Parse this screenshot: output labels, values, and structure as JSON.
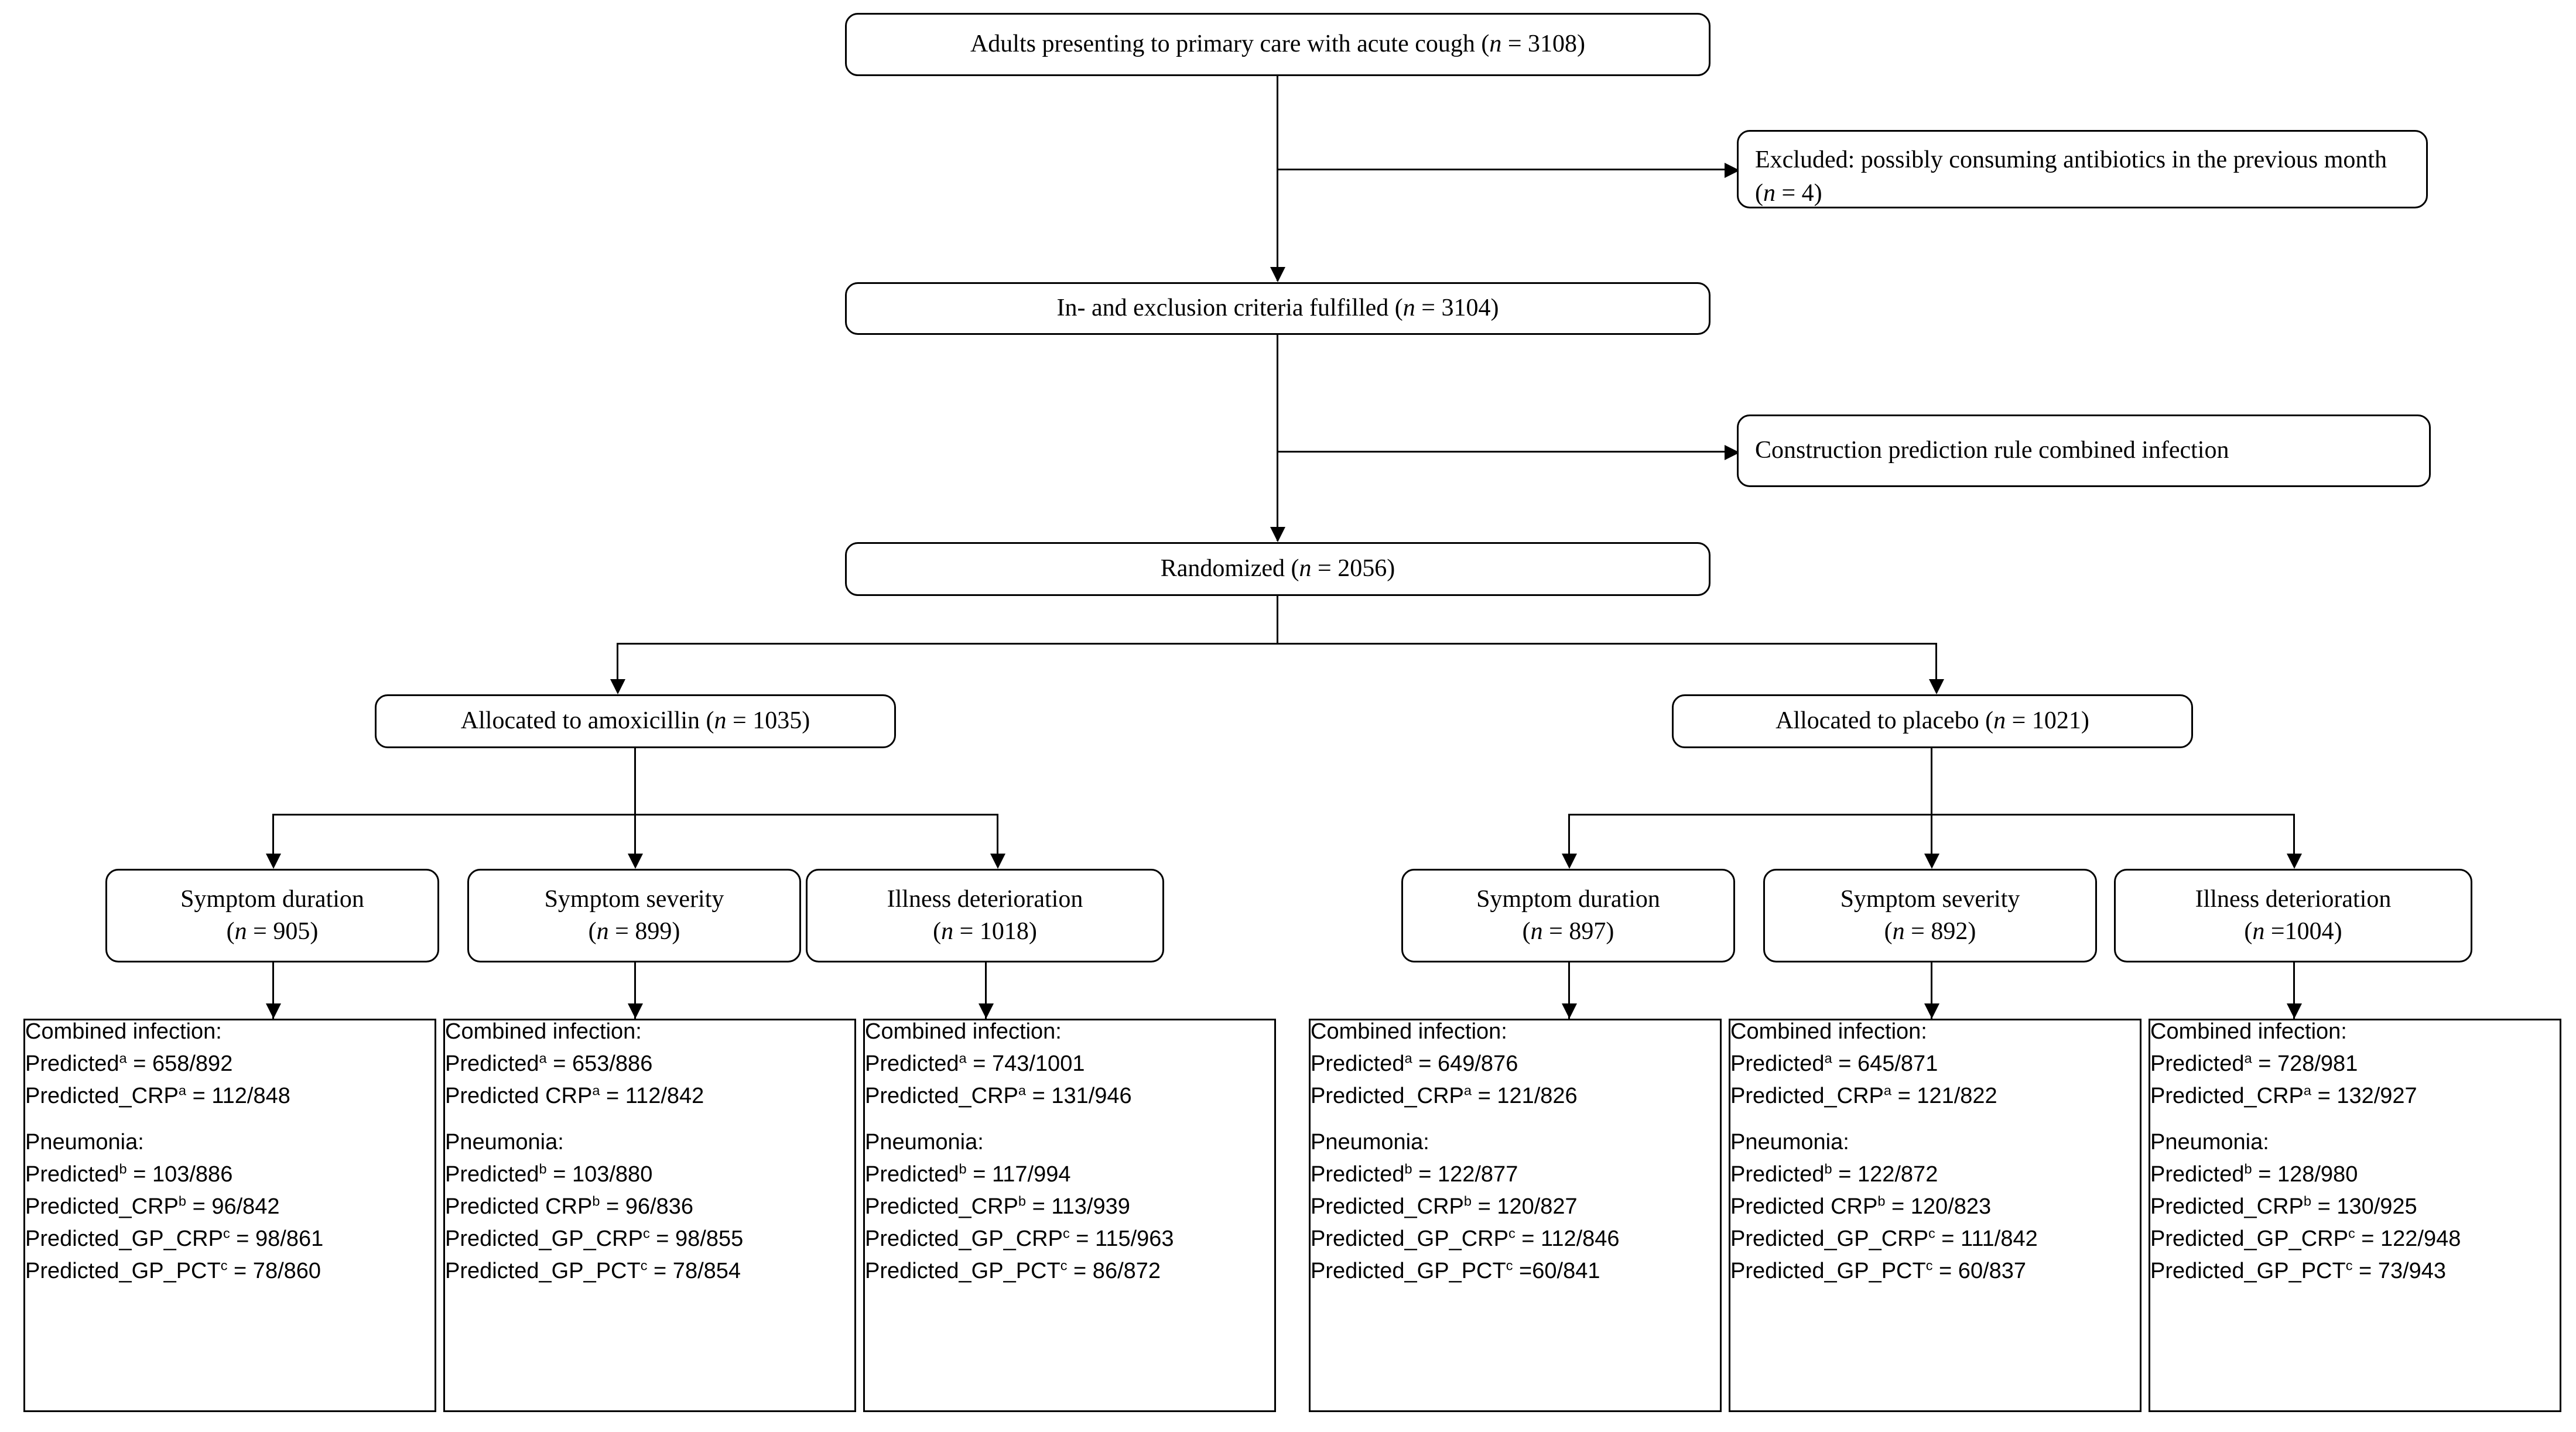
{
  "diagram": {
    "title": "CONSORT participant flow diagram",
    "nodes": {
      "enrollment": "Adults presenting to primary care with acute cough (n = 3108)",
      "excluded": "Excluded: possibly consuming antibiotics in the previous month (n = 4)",
      "criteria": "In- and exclusion criteria fulfilled (n = 3104)",
      "construction": "Construction prediction rule combined infection",
      "randomized": "Randomized (n = 2056)",
      "allocated_amoxicillin": "Allocated to amoxicillin (n = 1035)",
      "allocated_placebo": "Allocated to placebo (n = 1021)"
    },
    "outcomes": [
      {
        "name": "Symptom duration",
        "n": "(n = 905)"
      },
      {
        "name": "Symptom severity",
        "n": "(n = 899)"
      },
      {
        "name": "Illness deterioration",
        "n": "(n = 1018)"
      },
      {
        "name": "Symptom duration",
        "n": "(n = 897)"
      },
      {
        "name": "Symptom severity",
        "n": "(n = 892)"
      },
      {
        "name": "Illness deterioration",
        "n": "(n =1004)"
      }
    ],
    "detail_boxes": [
      {
        "combined_heading": "Combined infection:",
        "combined_lines": [
          {
            "label": "Predicted",
            "sup": "a",
            "value": " = 658/892"
          },
          {
            "label": "Predicted_CRP",
            "sup": "a",
            "value": " = 112/848"
          }
        ],
        "pneumonia_heading": "Pneumonia:",
        "pneumonia_lines": [
          {
            "label": "Predicted",
            "sup": "b",
            "value": " = 103/886"
          },
          {
            "label": "Predicted_CRP",
            "sup": "b",
            "value": " = 96/842"
          },
          {
            "label": "Predicted_GP_CRP",
            "sup": "c",
            "value": " = 98/861"
          },
          {
            "label": "Predicted_GP_PCT",
            "sup": "c",
            "value": " = 78/860"
          }
        ]
      },
      {
        "combined_heading": "Combined infection:",
        "combined_lines": [
          {
            "label": "Predicted",
            "sup": "a",
            "value": " = 653/886"
          },
          {
            "label": "Predicted CRP",
            "sup": "a",
            "value": " = 112/842"
          }
        ],
        "pneumonia_heading": "Pneumonia:",
        "pneumonia_lines": [
          {
            "label": "Predicted",
            "sup": "b",
            "value": " = 103/880"
          },
          {
            "label": "Predicted CRP",
            "sup": "b",
            "value": " = 96/836"
          },
          {
            "label": "Predicted_GP_CRP",
            "sup": "c",
            "value": " = 98/855"
          },
          {
            "label": "Predicted_GP_PCT",
            "sup": "c",
            "value": " = 78/854"
          }
        ]
      },
      {
        "combined_heading": "Combined infection:",
        "combined_lines": [
          {
            "label": "Predicted",
            "sup": "a",
            "value": " = 743/1001"
          },
          {
            "label": "Predicted_CRP",
            "sup": "a",
            "value": " = 131/946"
          }
        ],
        "pneumonia_heading": "Pneumonia:",
        "pneumonia_lines": [
          {
            "label": "Predicted",
            "sup": "b",
            "value": " = 117/994"
          },
          {
            "label": "Predicted_CRP",
            "sup": "b",
            "value": " = 113/939"
          },
          {
            "label": "Predicted_GP_CRP",
            "sup": "c",
            "value": " = 115/963"
          },
          {
            "label": "Predicted_GP_PCT",
            "sup": "c",
            "value": " = 86/872"
          }
        ]
      },
      {
        "combined_heading": "Combined infection:",
        "combined_lines": [
          {
            "label": "Predicted",
            "sup": "a",
            "value": " = 649/876"
          },
          {
            "label": "Predicted_CRP",
            "sup": "a",
            "value": " = 121/826"
          }
        ],
        "pneumonia_heading": "Pneumonia:",
        "pneumonia_lines": [
          {
            "label": "Predicted",
            "sup": "b",
            "value": " = 122/877"
          },
          {
            "label": "Predicted_CRP",
            "sup": "b",
            "value": " = 120/827"
          },
          {
            "label": "Predicted_GP_CRP",
            "sup": "c",
            "value": " = 112/846"
          },
          {
            "label": "Predicted_GP_PCT",
            "sup": "c",
            "value": " =60/841"
          }
        ]
      },
      {
        "combined_heading": "Combined infection:",
        "combined_lines": [
          {
            "label": "Predicted",
            "sup": "a",
            "value": " = 645/871"
          },
          {
            "label": "Predicted_CRP",
            "sup": "a",
            "value": " = 121/822"
          }
        ],
        "pneumonia_heading": "Pneumonia:",
        "pneumonia_lines": [
          {
            "label": "Predicted",
            "sup": "b",
            "value": " = 122/872"
          },
          {
            "label": "Predicted CRP",
            "sup": "b",
            "value": " = 120/823"
          },
          {
            "label": "Predicted_GP_CRP",
            "sup": "c",
            "value": " = 111/842"
          },
          {
            "label": "Predicted_GP_PCT",
            "sup": "c",
            "value": " = 60/837"
          }
        ]
      },
      {
        "combined_heading": "Combined infection:",
        "combined_lines": [
          {
            "label": "Predicted",
            "sup": "a",
            "value": " = 728/981"
          },
          {
            "label": "Predicted_CRP",
            "sup": "a",
            "value": " = 132/927"
          }
        ],
        "pneumonia_heading": "Pneumonia:",
        "pneumonia_lines": [
          {
            "label": "Predicted",
            "sup": "b",
            "value": " = 128/980"
          },
          {
            "label": "Predicted_CRP",
            "sup": "b",
            "value": " = 130/925"
          },
          {
            "label": "Predicted_GP_CRP",
            "sup": "c",
            "value": " = 122/948"
          },
          {
            "label": "Predicted_GP_PCT",
            "sup": "c",
            "value": " = 73/943"
          }
        ]
      }
    ],
    "colors": {
      "stroke": "#000000",
      "fill": "#ffffff",
      "text": "#000000"
    }
  }
}
